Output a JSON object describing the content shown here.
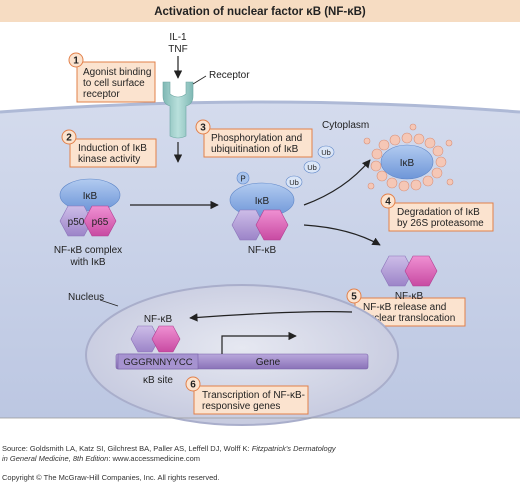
{
  "title": "Activation of nuclear factor κB (NF-κB)",
  "ligand": {
    "line1": "IL-1",
    "line2": "TNF"
  },
  "receptor_label": "Receptor",
  "cytoplasm_label": "Cytoplasm",
  "nucleus_label": "Nucleus",
  "steps": [
    {
      "num": "1",
      "lines": [
        "Agonist binding",
        "to cell surface",
        "receptor"
      ]
    },
    {
      "num": "2",
      "lines": [
        "Induction of IκB",
        "kinase activity"
      ]
    },
    {
      "num": "3",
      "lines": [
        "Phosphorylation and",
        "ubiquitination of IκB"
      ]
    },
    {
      "num": "4",
      "lines": [
        "Degradation of IκB",
        "by 26S proteasome"
      ]
    },
    {
      "num": "5",
      "lines": [
        "NF-κB release and",
        "nuclear translocation"
      ]
    },
    {
      "num": "6",
      "lines": [
        "Transcription of NF-κB-",
        "responsive genes"
      ]
    }
  ],
  "complex": {
    "ikb": "IκB",
    "p50": "p50",
    "p65": "p65",
    "caption_line1": "NF-κB complex",
    "caption_line2": "with IκB"
  },
  "phospho": {
    "p": "P",
    "ikb": "IκB",
    "ub": "Ub",
    "caption": "NF-κB"
  },
  "degraded": {
    "ikb": "IκB"
  },
  "released_caption": "NF-κB",
  "nuclear": {
    "caption": "NF-κB",
    "sequence": "GGGRNNYYCC",
    "gene": "Gene",
    "site": "κB site"
  },
  "footer": {
    "source_line1": "Source: Goldsmith LA, Katz SI, Gilchrest BA, Paller AS, Leffell DJ, Wolff K: ",
    "source_italic1": "Fitzpatrick's Dermatology",
    "source_italic2": "in General Medicine, 8th Edition",
    "source_line2_rest": ": www.accessmedicine.com",
    "copyright": "Copyright © The McGraw-Hill Companies, Inc. All rights reserved."
  },
  "colors": {
    "title_bar": "#f6dcc2",
    "cytoplasm": "#c6cfe6",
    "nucleus": "#cfd3e6",
    "step_box": "#fbe3cf",
    "step_border": "#e2804a",
    "ikb_blue": "#8aaee6",
    "p50_purple": "#b7a3d8",
    "p65_pink": "#dc62b8",
    "receptor": "#9ccbc8",
    "dna_bar": "#9c86c6",
    "proteasome": "#f5c7b6"
  }
}
